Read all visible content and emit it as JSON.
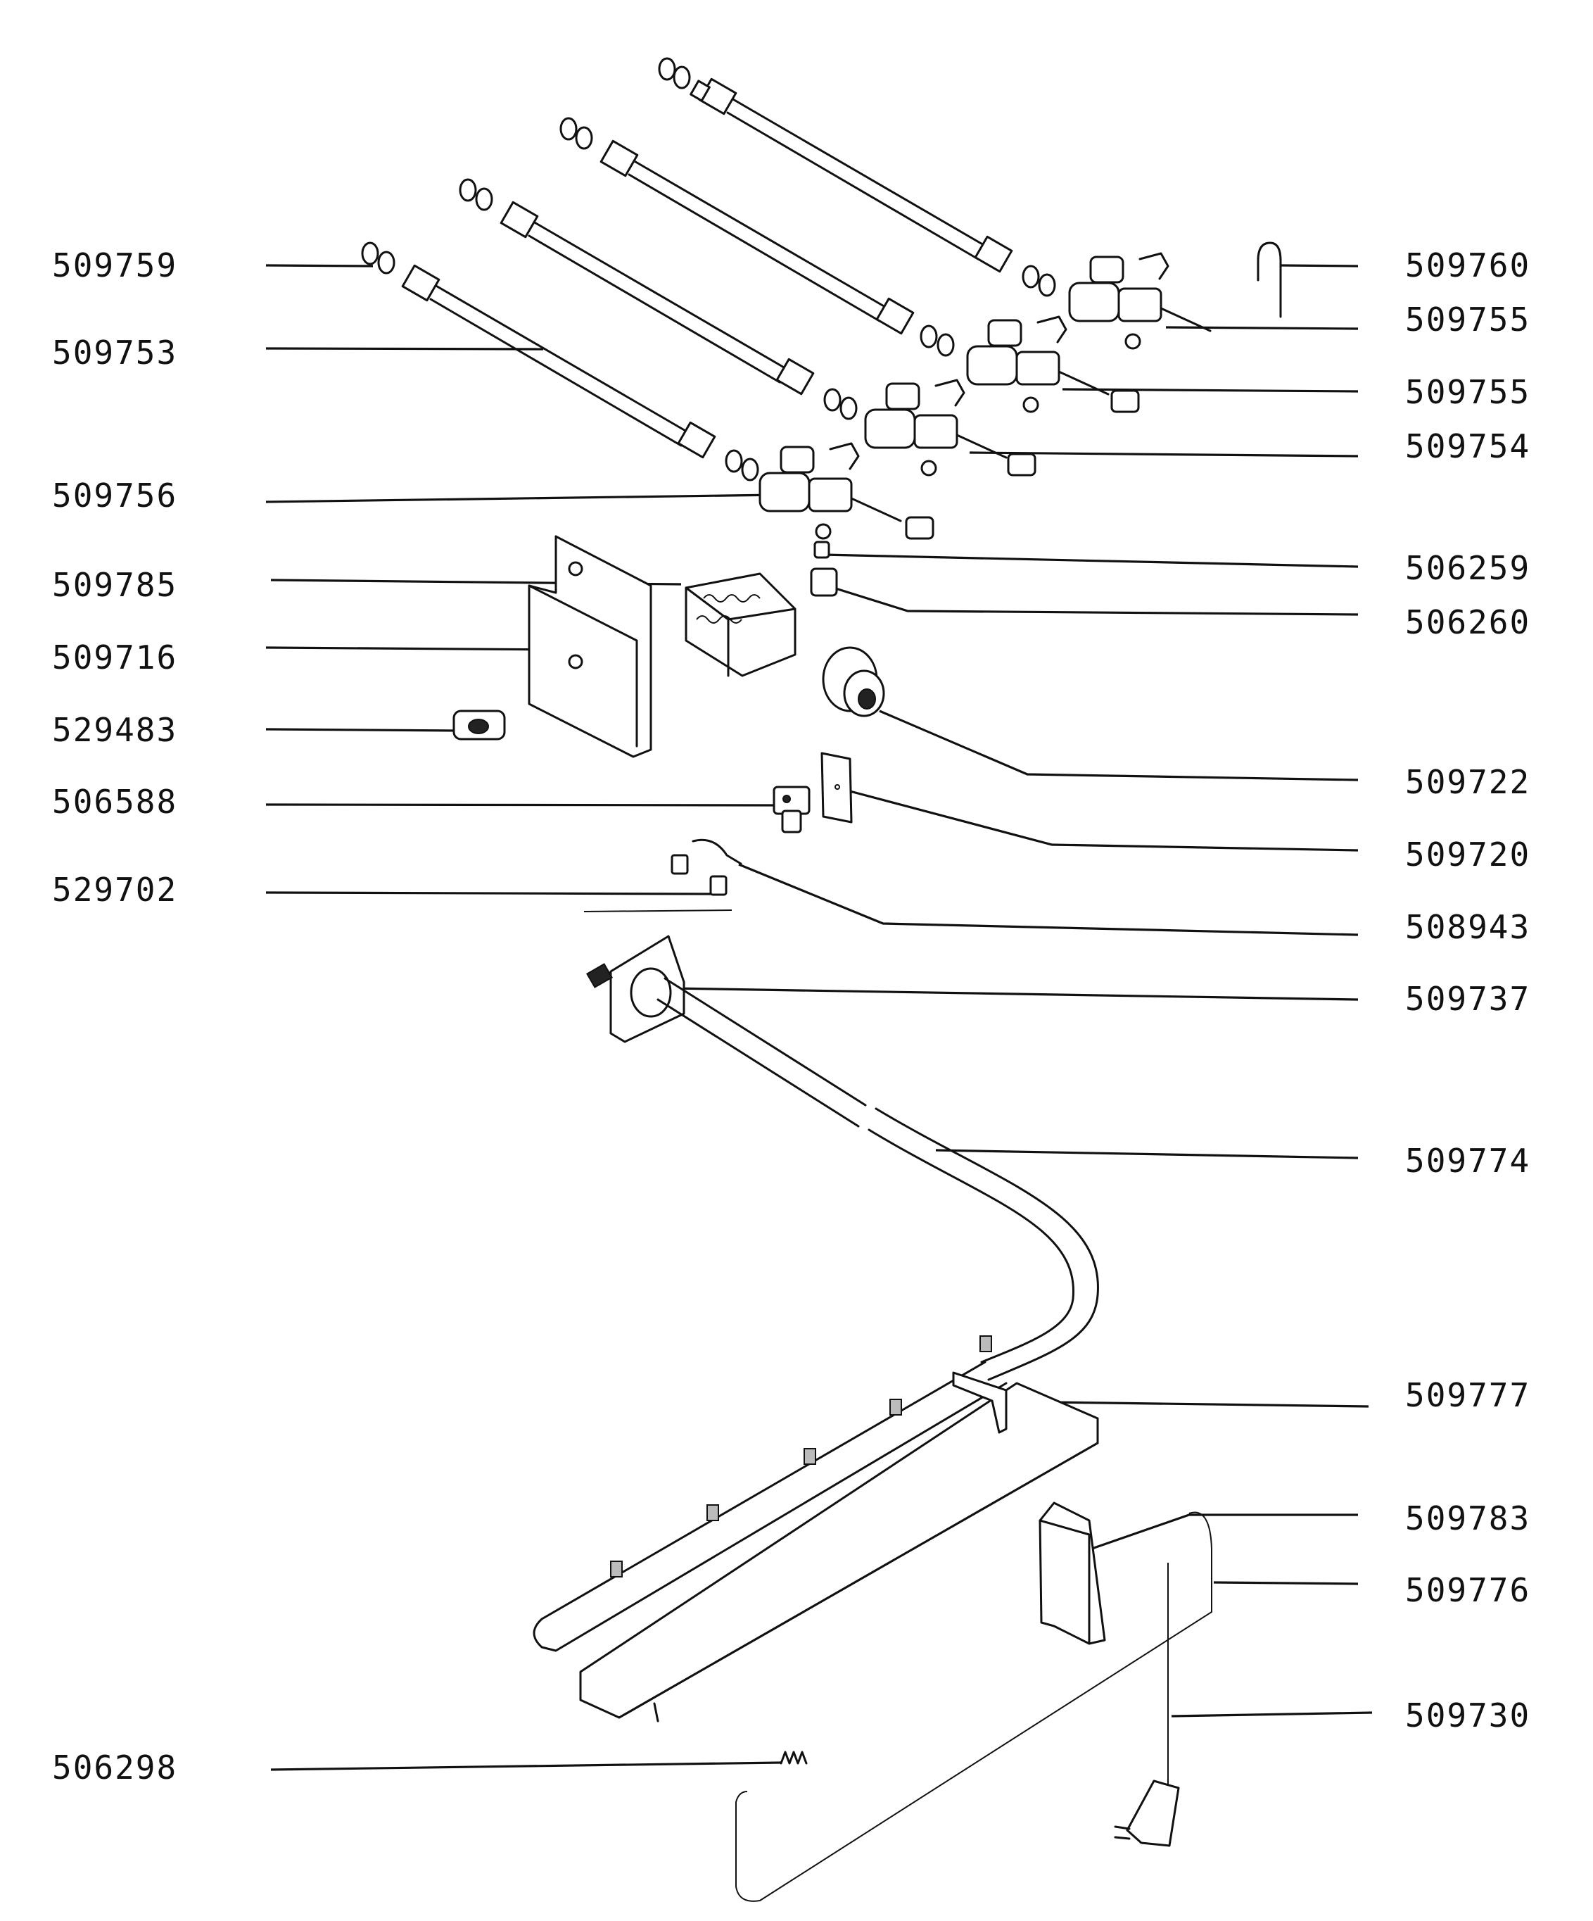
{
  "diagram": {
    "colors": {
      "ink": "#111111",
      "background": "#ffffff"
    },
    "left_labels": [
      {
        "id": "509759",
        "text": "509759"
      },
      {
        "id": "509753",
        "text": "509753"
      },
      {
        "id": "509756",
        "text": "509756"
      },
      {
        "id": "509785",
        "text": "509785"
      },
      {
        "id": "509716",
        "text": "509716"
      },
      {
        "id": "529483",
        "text": "529483"
      },
      {
        "id": "506588",
        "text": "506588"
      },
      {
        "id": "529702",
        "text": "529702"
      },
      {
        "id": "506298",
        "text": "506298"
      }
    ],
    "right_labels": [
      {
        "id": "509760",
        "text": "509760"
      },
      {
        "id": "509755a",
        "text": "509755"
      },
      {
        "id": "509755b",
        "text": "509755"
      },
      {
        "id": "509754",
        "text": "509754"
      },
      {
        "id": "506259",
        "text": "506259"
      },
      {
        "id": "506260",
        "text": "506260"
      },
      {
        "id": "509722",
        "text": "509722"
      },
      {
        "id": "509720",
        "text": "509720"
      },
      {
        "id": "508943",
        "text": "508943"
      },
      {
        "id": "509737",
        "text": "509737"
      },
      {
        "id": "509774",
        "text": "509774"
      },
      {
        "id": "509777",
        "text": "509777"
      },
      {
        "id": "509783",
        "text": "509783"
      },
      {
        "id": "509776",
        "text": "509776"
      },
      {
        "id": "509730",
        "text": "509730"
      }
    ]
  }
}
